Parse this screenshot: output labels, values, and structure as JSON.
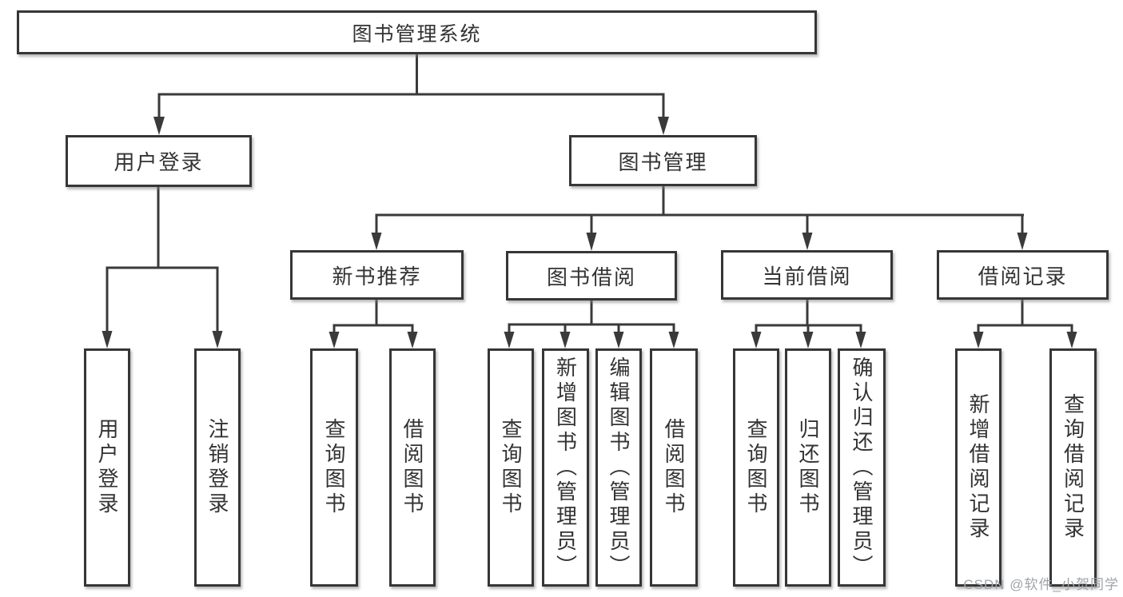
{
  "diagram": {
    "root": "图书管理系统",
    "level2": [
      "用户登录",
      "图书管理"
    ],
    "level3": [
      "新书推荐",
      "图书借阅",
      "当前借阅",
      "借阅记录"
    ],
    "leaves": [
      "用户登录",
      "注销登录",
      "查询图书",
      "借阅图书",
      "查询图书",
      "新增图书（管理员）",
      "编辑图书（管理员）",
      "借阅图书",
      "查询图书",
      "归还图书",
      "确认归还（管理员）",
      "新增借阅记录",
      "查询借阅记录"
    ]
  },
  "watermark": {
    "text": "CSDN @软件_小贺同学"
  },
  "colors": {
    "line": "#3a3a3a",
    "border": "#363636",
    "text": "#333333",
    "watermark": "#a0a4a8",
    "background": "#ffffff"
  }
}
